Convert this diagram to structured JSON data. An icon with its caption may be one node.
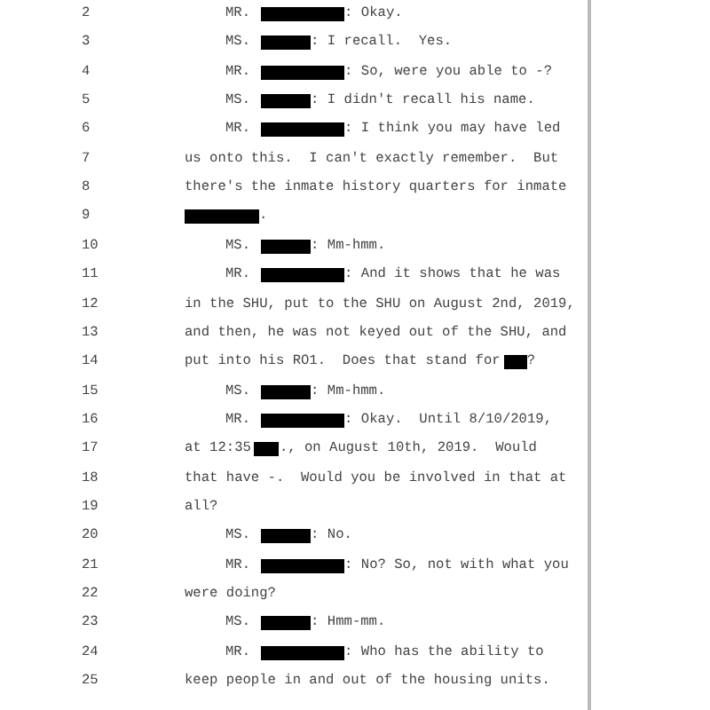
{
  "diagram": {
    "labels": [
      "2",
      "MR.",
      ": Okay.",
      "3",
      "MS.",
      ": I recall.  Yes.",
      "4",
      "MR.",
      ": So, were you able to -?",
      "5",
      "MS.",
      ": I didn't recall his name.",
      "6",
      "MR.",
      ": I think you may have led",
      "7",
      "us onto this.  I can't exactly remember.  But",
      "8",
      "there's the inmate history quarters for inmate",
      "9",
      ".",
      "10",
      "MS.",
      ": Mm-hmm.",
      "11",
      "MR.",
      ": And it shows that he was",
      "12",
      "in the SHU, put to the SHU on August 2nd, 2019,",
      "13",
      "and then, he was not keyed out of the SHU, and",
      "14",
      "put into his RO1.  Does that stand for",
      "?",
      "15",
      "MS.",
      ": Mm-hmm.",
      "16",
      "MR.",
      ": Okay.  Until 8/10/2019,",
      "17",
      "at 12:35",
      "., on August 10th, 2019.  Would",
      "18",
      "that have -.  Would you be involved in that at",
      "19",
      "all?",
      "20",
      "MS.",
      ": No.",
      "21",
      "MR.",
      ": No? So, not with what you",
      "22",
      "were doing?",
      "23",
      "MS.",
      ": Hmm-mm.",
      "24",
      "MR.",
      ": Who has the ability to",
      "25",
      "keep people in and out of the housing units."
    ]
  }
}
